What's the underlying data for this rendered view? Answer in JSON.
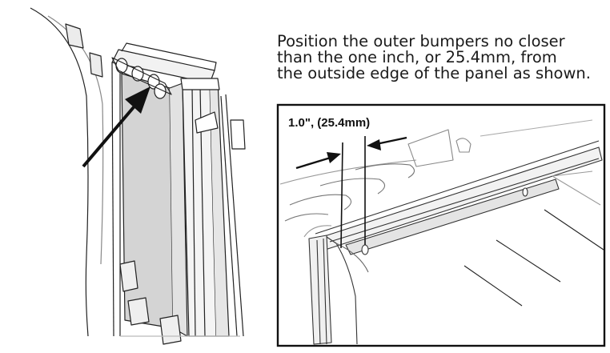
{
  "instruction": {
    "lines": [
      "Position the outer bumpers no closer",
      "than the one inch, or 25.4mm, from",
      "the outside edge of the panel as shown."
    ]
  },
  "measurement_label": "1.0\", (25.4mm)",
  "colors": {
    "line": "#111111",
    "panel_fill": "#d4d4d4",
    "frame_fill": "#f2f2f2",
    "bumper_strip": "#e4e4e4"
  }
}
